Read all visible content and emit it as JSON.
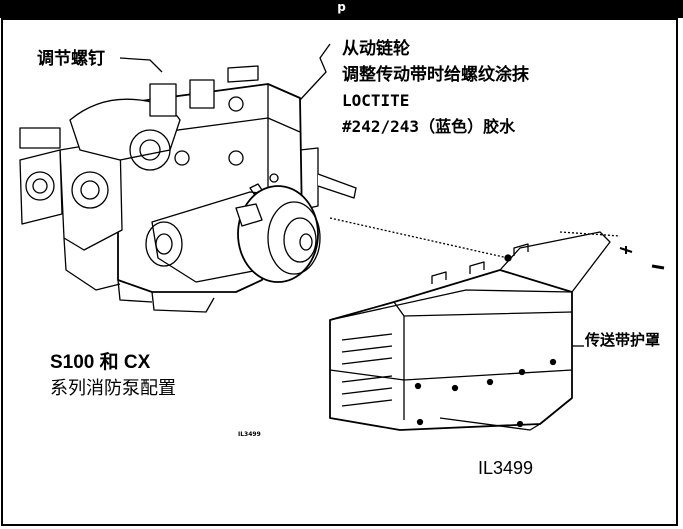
{
  "header": {
    "partial_title": "p"
  },
  "callouts": {
    "adjust_screw": "调节螺钉",
    "driven_sprocket": {
      "line1": "从动链轮",
      "line2": "调整传动带时给螺纹涂抹",
      "line3": "LOCTITE",
      "line4": "#242/243（蓝色）胶水"
    },
    "belt_guard": "传送带护罩"
  },
  "model": {
    "line1": "S100 和  CX",
    "line2": "系列消防泵配置"
  },
  "codes": {
    "small": "IL3499",
    "large": "IL3499"
  }
}
